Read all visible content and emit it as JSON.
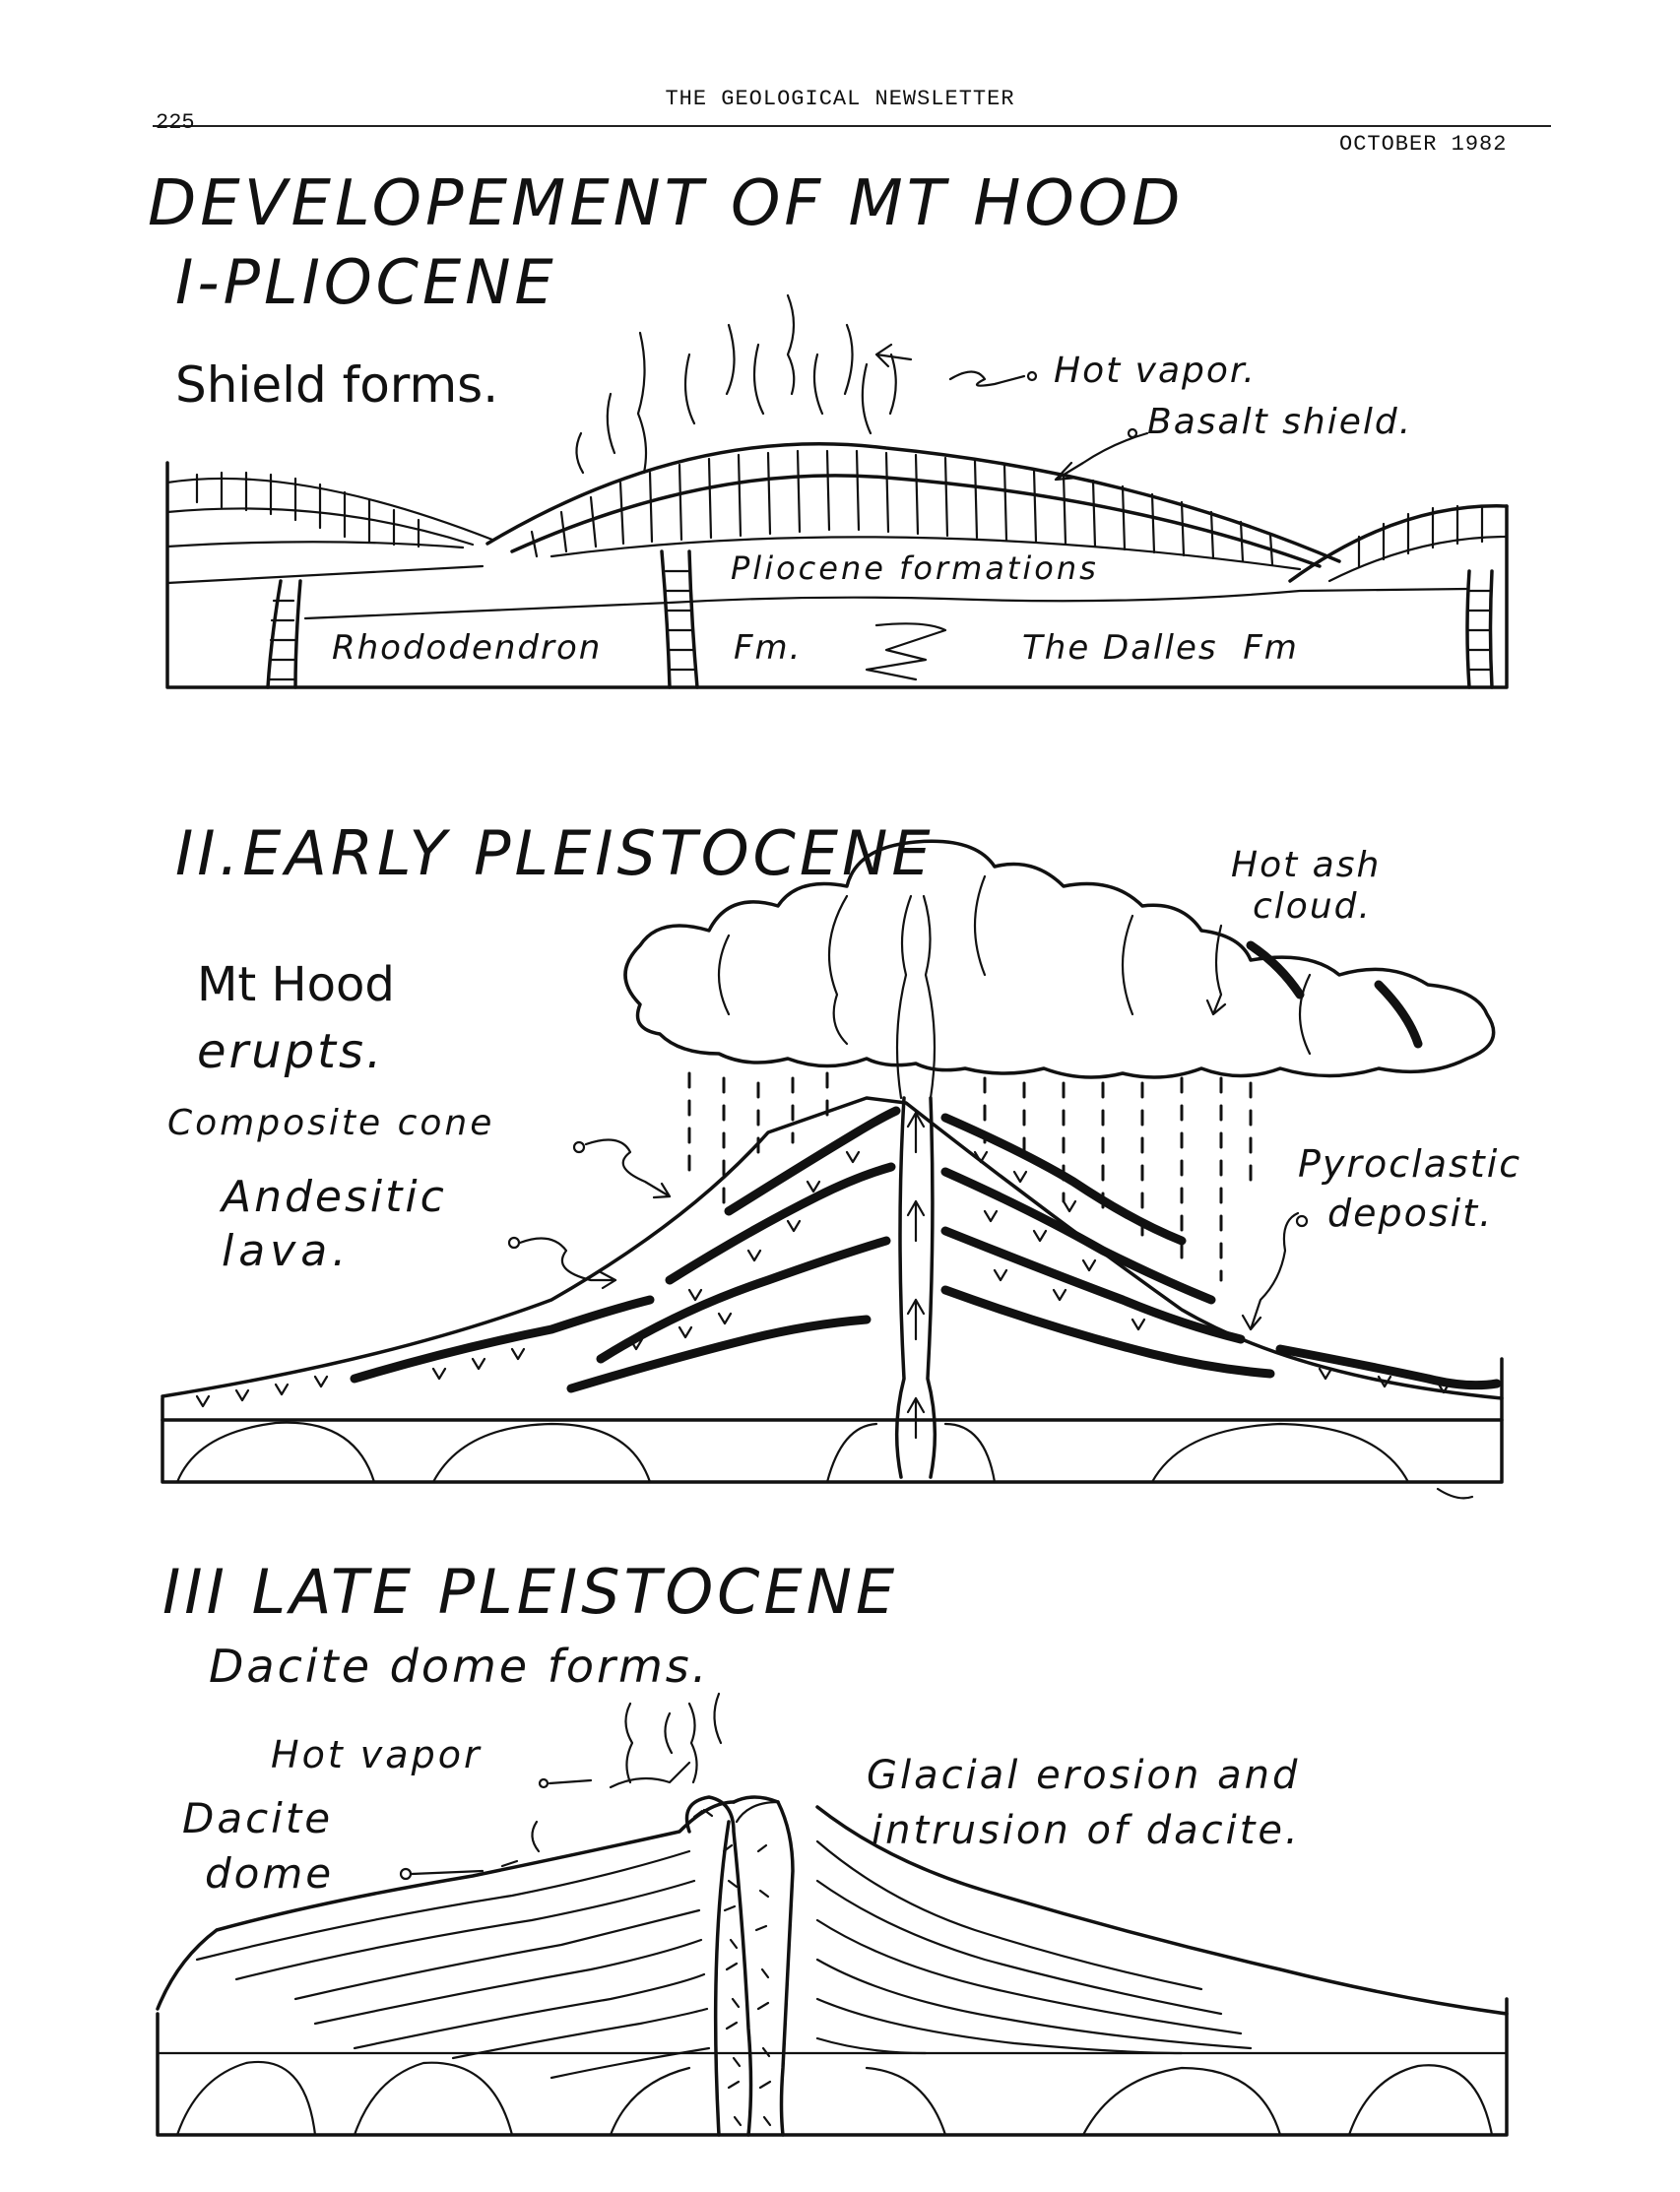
{
  "header": {
    "newsletter_title": "THE GEOLOGICAL NEWSLETTER",
    "page_number": "225",
    "issue_date": "OCTOBER 1982"
  },
  "main_title": "DEVELOPEMENT OF MT HOOD",
  "stages": [
    {
      "heading": "I-PLIOCENE",
      "caption": "Shield forms.",
      "labels": {
        "hot_vapor": "Hot vapor.",
        "basalt_shield": "Basalt shield.",
        "pliocene_formations": "Pliocene formations",
        "rhododendron_fm": "Rhododendron",
        "fm": "Fm.",
        "the_dalles_fm": "The Dalles  Fm"
      }
    },
    {
      "heading": "II.EARLY PLEISTOCENE",
      "caption_line1": "Mt Hood",
      "caption_line2": "erupts.",
      "labels": {
        "hot_ash_cloud_line1": "Hot ash",
        "hot_ash_cloud_line2": "cloud.",
        "composite_cone": "Composite cone",
        "andesitic_lava_line1": "Andesitic",
        "andesitic_lava_line2": "lava.",
        "pyroclastic_line1": "Pyroclastic",
        "pyroclastic_line2": "deposit."
      }
    },
    {
      "heading": "III LATE PLEISTOCENE",
      "caption": "Dacite dome forms.",
      "labels": {
        "hot_vapor": "Hot vapor",
        "dacite_dome_line1": "Dacite",
        "dacite_dome_line2": "dome",
        "glacial_line1": "Glacial erosion and",
        "glacial_line2": "intrusion of dacite."
      }
    }
  ]
}
